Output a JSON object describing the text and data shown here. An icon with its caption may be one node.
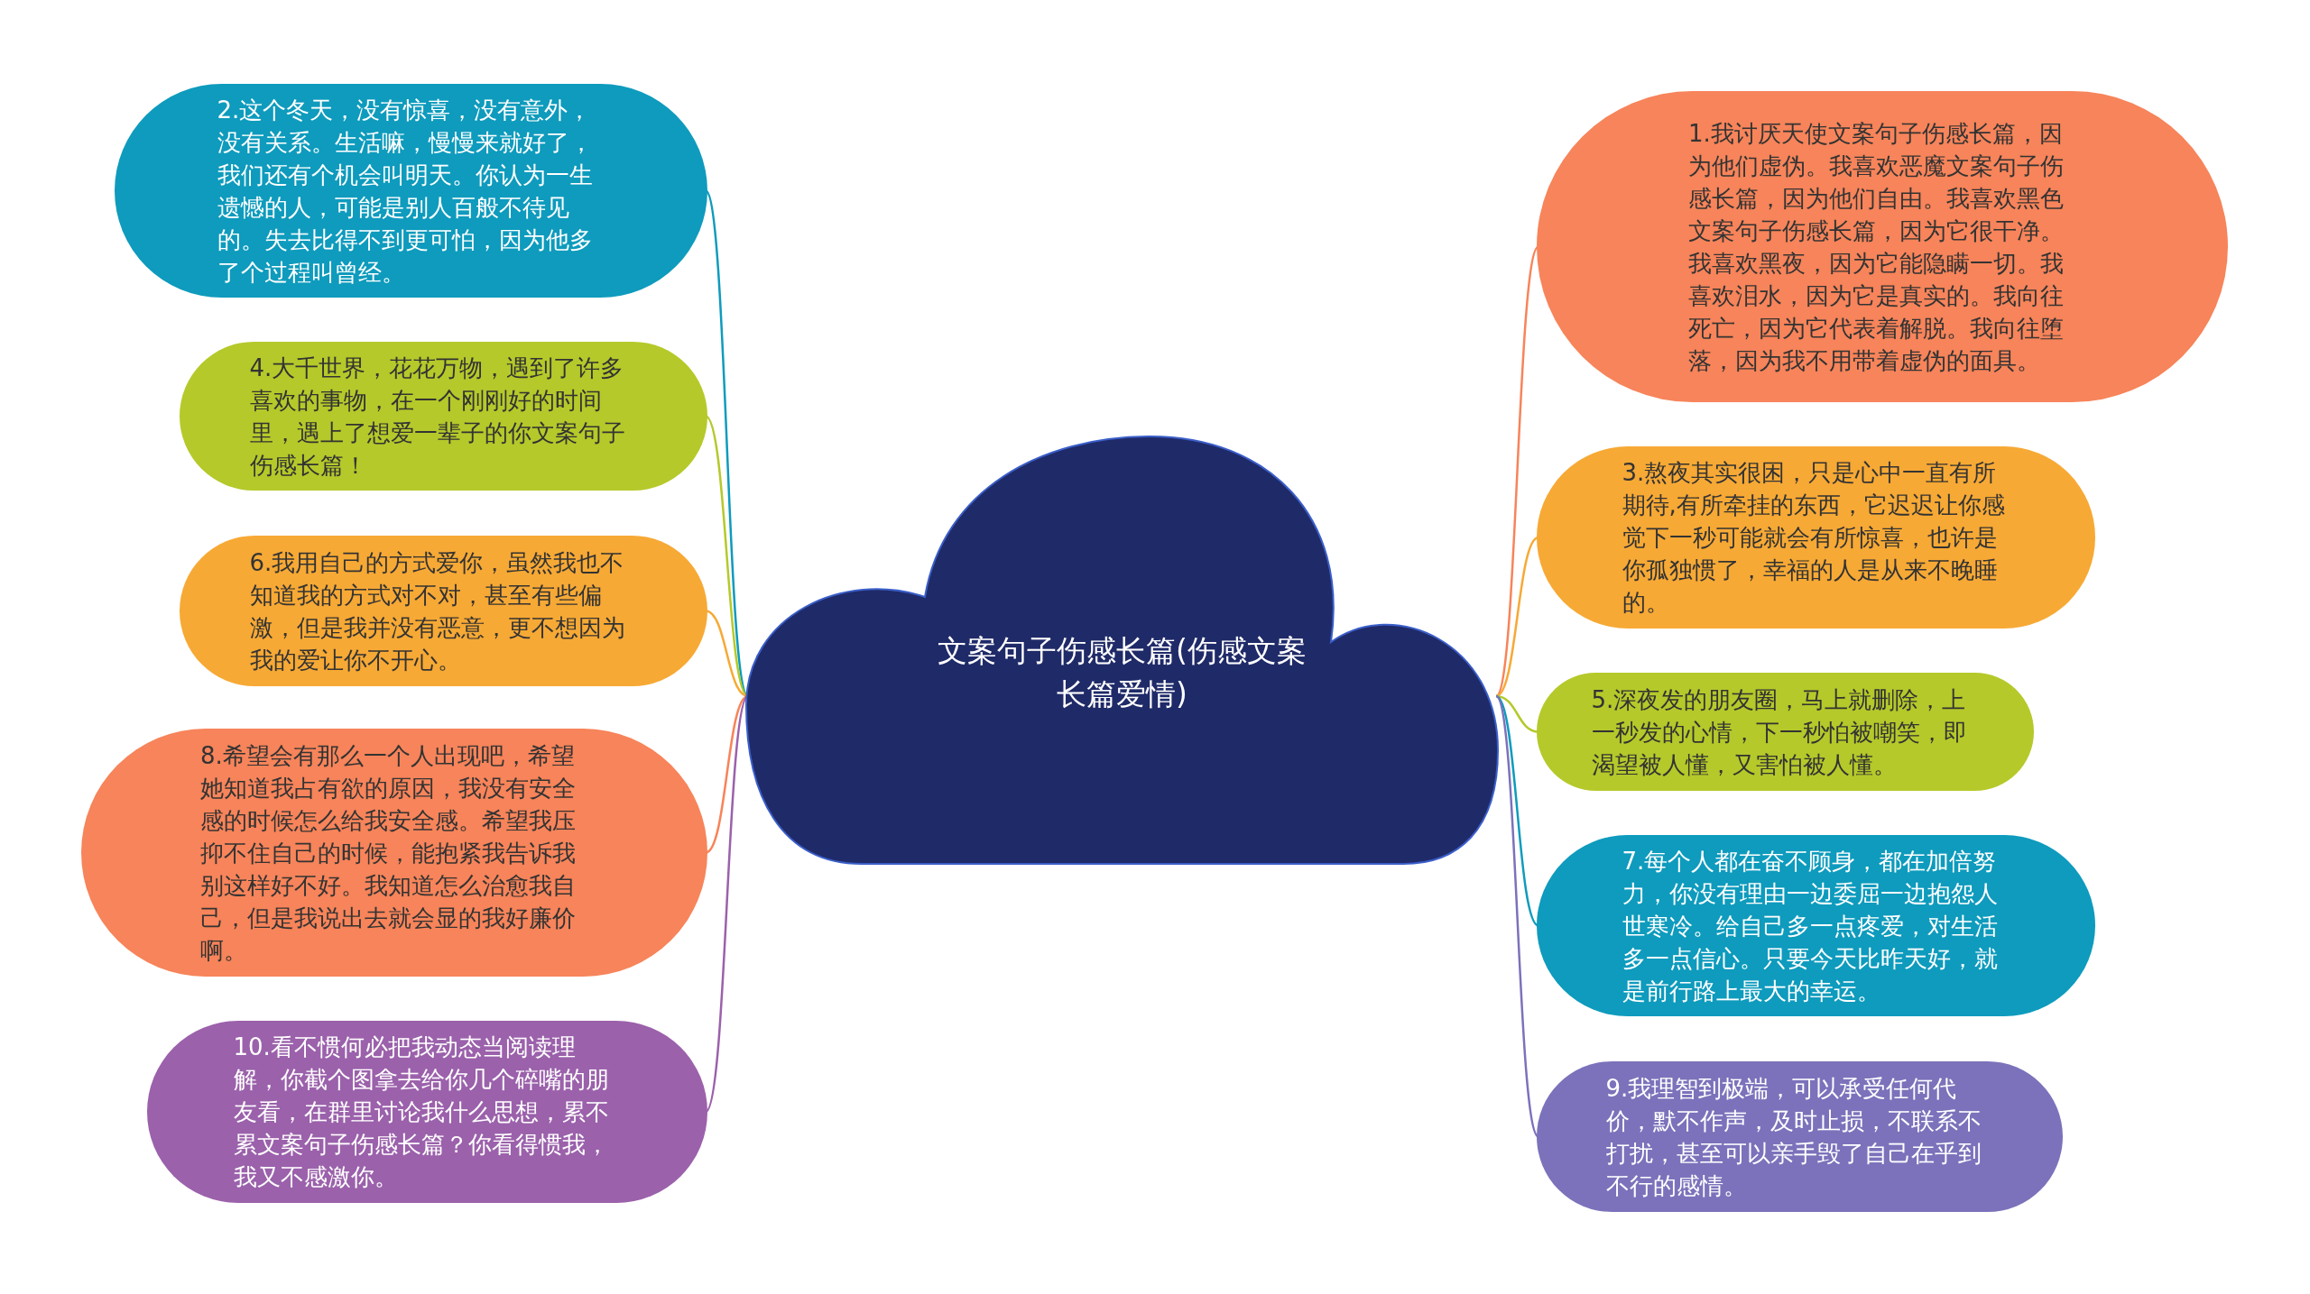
{
  "diagram": {
    "nodes": [
      {
        "text": [
          "文案句子伤感长篇(伤感文案长篇爱情)"
        ]
      },
      {
        "text": [
          "2.这个冬天，没有惊喜，没有意外，没有关系。生活嘛，慢慢来就好了，我们还有个机会叫明天。你认为一生遗憾的人，可能是别人百般不待见的。失去比得不到更可怕，因为他多了个过程叫曾经。"
        ]
      },
      {
        "text": [
          "4.大千世界，花花万物，遇到了许多喜欢的事物，在一个刚刚好的时间里，遇上了想爱一辈子的你文案句子伤感长篇！"
        ]
      },
      {
        "text": [
          "6.我用自己的方式爱你，虽然我也不知道我的方式对不对，甚至有些偏激，但是我并没有恶意，更不想因为我的爱让你不开心。"
        ]
      },
      {
        "text": [
          "8.希望会有那么一个人出现吧，希望她知道我占有欲的原因，我没有安全感的时候怎么给我安全感。希望我压抑不住自己的时候，能抱紧我告诉我别这样好不好。我知道怎么治愈我自己，但是我说出去就会显的我好廉价啊。"
        ]
      },
      {
        "text": [
          "10.看不惯何必把我动态当阅读理解，你截个图拿去给你几个碎嘴的朋友看，在群里讨论我什么思想，累不累文案句子伤感长篇？你看得惯我，我又不感激你。"
        ]
      },
      {
        "text": [
          "1.我讨厌天使文案句子伤感长篇，因为他们虚伪。我喜欢恶魔文案句子伤感长篇，因为他们自由。我喜欢黑色文案句子伤感长篇，因为它很干净。我喜欢黑夜，因为它能隐瞒一切。我喜欢泪水，因为它是真实的。我向往死亡，因为它代表着解脱。我向往堕落，因为我不用带着虚伪的面具。"
        ]
      },
      {
        "text": [
          "3.熬夜其实很困，只是心中一直有所期待,有所牵挂的东西，它迟迟让你感觉下一秒可能就会有所惊喜，也许是你孤独惯了，幸福的人是从来不晚睡的。"
        ]
      },
      {
        "text": [
          "5.深夜发的朋友圈，马上就删除，上一秒发的心情，下一秒怕被嘲笑，即渴望被人懂，又害怕被人懂。"
        ]
      },
      {
        "text": [
          "7.每个人都在奋不顾身，都在加倍努力，你没有理由一边委屈一边抱怨人世寒冷。给自己多一点疼爱，对生活多一点信心。只要今天比昨天好，就是前行路上最大的幸运。"
        ]
      },
      {
        "text": [
          "9.我理智到极端，可以承受任何代价，默不作声，及时止损，不联系不打扰，甚至可以亲手毁了自己在乎到不行的感情。"
        ]
      }
    ],
    "edges": [
      {
        "from": 0,
        "to": 1,
        "arrow": "none",
        "color": "#0e9bbd"
      },
      {
        "from": 0,
        "to": 2,
        "arrow": "none",
        "color": "#b5c92a"
      },
      {
        "from": 0,
        "to": 3,
        "arrow": "none",
        "color": "#f7a935"
      },
      {
        "from": 0,
        "to": 4,
        "arrow": "none",
        "color": "#f7845a"
      },
      {
        "from": 0,
        "to": 5,
        "arrow": "none",
        "color": "#9b61ab"
      },
      {
        "from": 0,
        "to": 6,
        "arrow": "none",
        "color": "#f7845a"
      },
      {
        "from": 0,
        "to": 7,
        "arrow": "none",
        "color": "#f7a935"
      },
      {
        "from": 0,
        "to": 8,
        "arrow": "none",
        "color": "#b5c92a"
      },
      {
        "from": 0,
        "to": 9,
        "arrow": "none",
        "color": "#0e9bbd"
      },
      {
        "from": 0,
        "to": 10,
        "arrow": "none",
        "color": "#7b72bb"
      }
    ]
  }
}
